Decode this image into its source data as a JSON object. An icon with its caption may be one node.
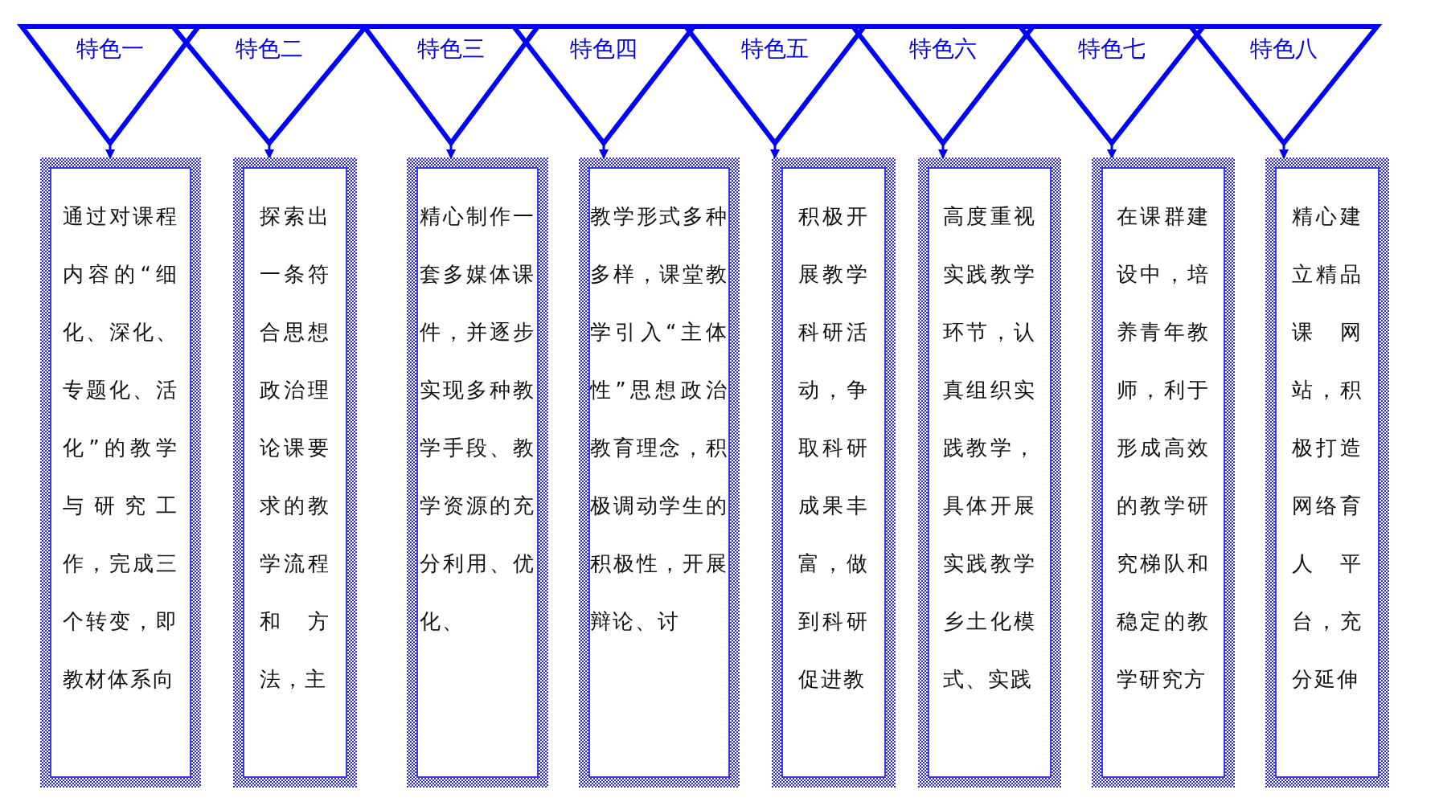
{
  "diagram": {
    "nodes": [
      {
        "text": [
          "特色一"
        ]
      },
      {
        "text": [
          "特色二"
        ]
      },
      {
        "text": [
          "特色三"
        ]
      },
      {
        "text": [
          "特色四"
        ]
      },
      {
        "text": [
          "特色五"
        ]
      },
      {
        "text": [
          "特色六"
        ]
      },
      {
        "text": [
          "特色七"
        ]
      },
      {
        "text": [
          "特色八"
        ]
      },
      {
        "text": [
          "通过对课程内容的“细化、深化、专题化、活化”的教学与研究工作，完成三个转变，即教材体系向"
        ]
      },
      {
        "text": [
          "探索出一条符合思想政治理论课要求的教学流程和方法，主"
        ]
      },
      {
        "text": [
          "精心制作一套多媒体课件，并逐步实现多种教学手段、教学资源的充分利用、优化、"
        ]
      },
      {
        "text": [
          "教学形式多种多样，课堂教学引入“主体性”思想政治教育理念，积极调动学生的积极性，开展辩论、讨"
        ]
      },
      {
        "text": [
          "积极开展教学科研活动，争取科研成果丰富，做到科研促进教"
        ]
      },
      {
        "text": [
          "高度重视实践教学环节，认真组织实践教学，具体开展实践教学乡土化模式、实践"
        ]
      },
      {
        "text": [
          "在课群建设中，培养青年教师，利于形成高效的教学研究梯队和稳定的教学研究方"
        ]
      },
      {
        "text": [
          "精心建立精品课网站，积极打造网络育人平台，充分延伸"
        ]
      }
    ],
    "edges": [
      {
        "from": 0,
        "to": 8,
        "arrow": "to"
      },
      {
        "from": 1,
        "to": 9,
        "arrow": "to"
      },
      {
        "from": 2,
        "to": 10,
        "arrow": "to"
      },
      {
        "from": 3,
        "to": 11,
        "arrow": "to"
      },
      {
        "from": 4,
        "to": 12,
        "arrow": "to"
      },
      {
        "from": 5,
        "to": 13,
        "arrow": "to"
      },
      {
        "from": 6,
        "to": 14,
        "arrow": "to"
      },
      {
        "from": 7,
        "to": 15,
        "arrow": "to"
      }
    ]
  }
}
